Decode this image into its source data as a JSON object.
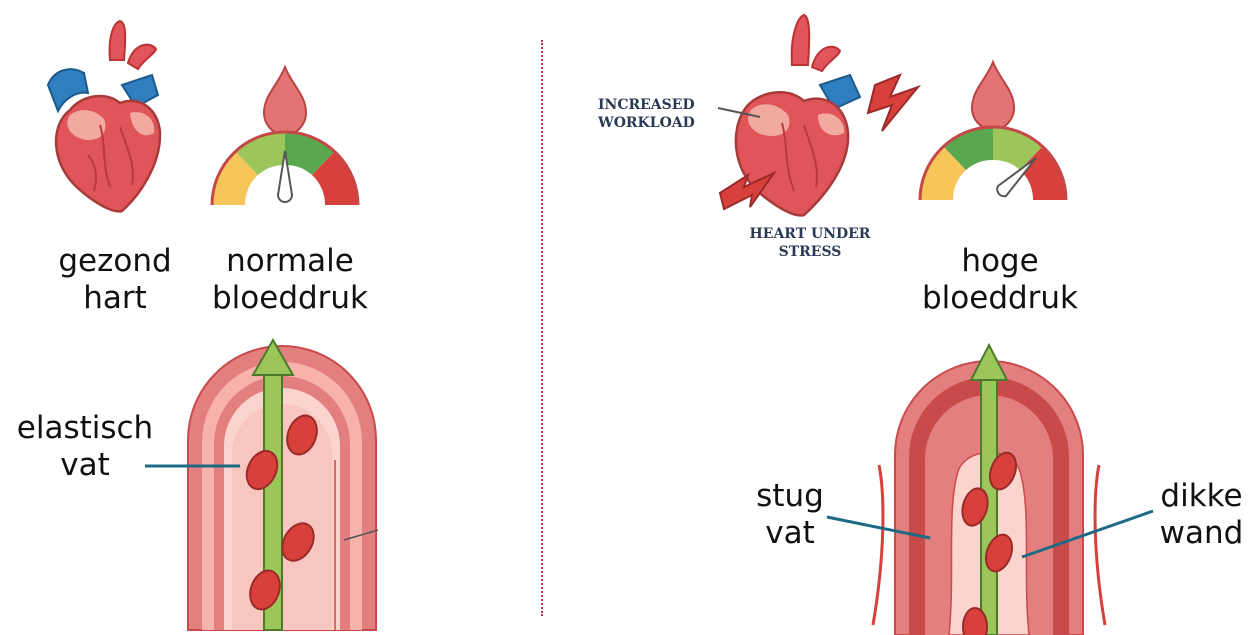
{
  "left": {
    "heart_label_1": "gezond",
    "heart_label_2": "hart",
    "pressure_label_1": "normale",
    "pressure_label_2": "bloeddruk",
    "vessel_label_1": "elastisch",
    "vessel_label_2": "vat"
  },
  "right": {
    "heart_callout_1": "INCREASED",
    "heart_callout_2": "WORKLOAD",
    "heart_caption_1": "HEART UNDER",
    "heart_caption_2": "STRESS",
    "pressure_label_1": "hoge",
    "pressure_label_2": "bloeddruk",
    "vessel_label_1": "stug",
    "vessel_label_2": "vat",
    "wall_label_1": "dikke",
    "wall_label_2": "wand"
  },
  "colors": {
    "heart_red": "#e0555a",
    "heart_light": "#f2a9a0",
    "vein_blue": "#2f7fc0",
    "vessel_outer": "#e47f7f",
    "vessel_dark": "#c94a4a",
    "vessel_inner": "#f7c6bf",
    "arrow_green": "#9cc55a",
    "gauge_yellow": "#f6c65a",
    "gauge_green": "#59a850",
    "gauge_red": "#d8403c",
    "pointer_line": "#1e6a85",
    "divider": "#b94040"
  }
}
